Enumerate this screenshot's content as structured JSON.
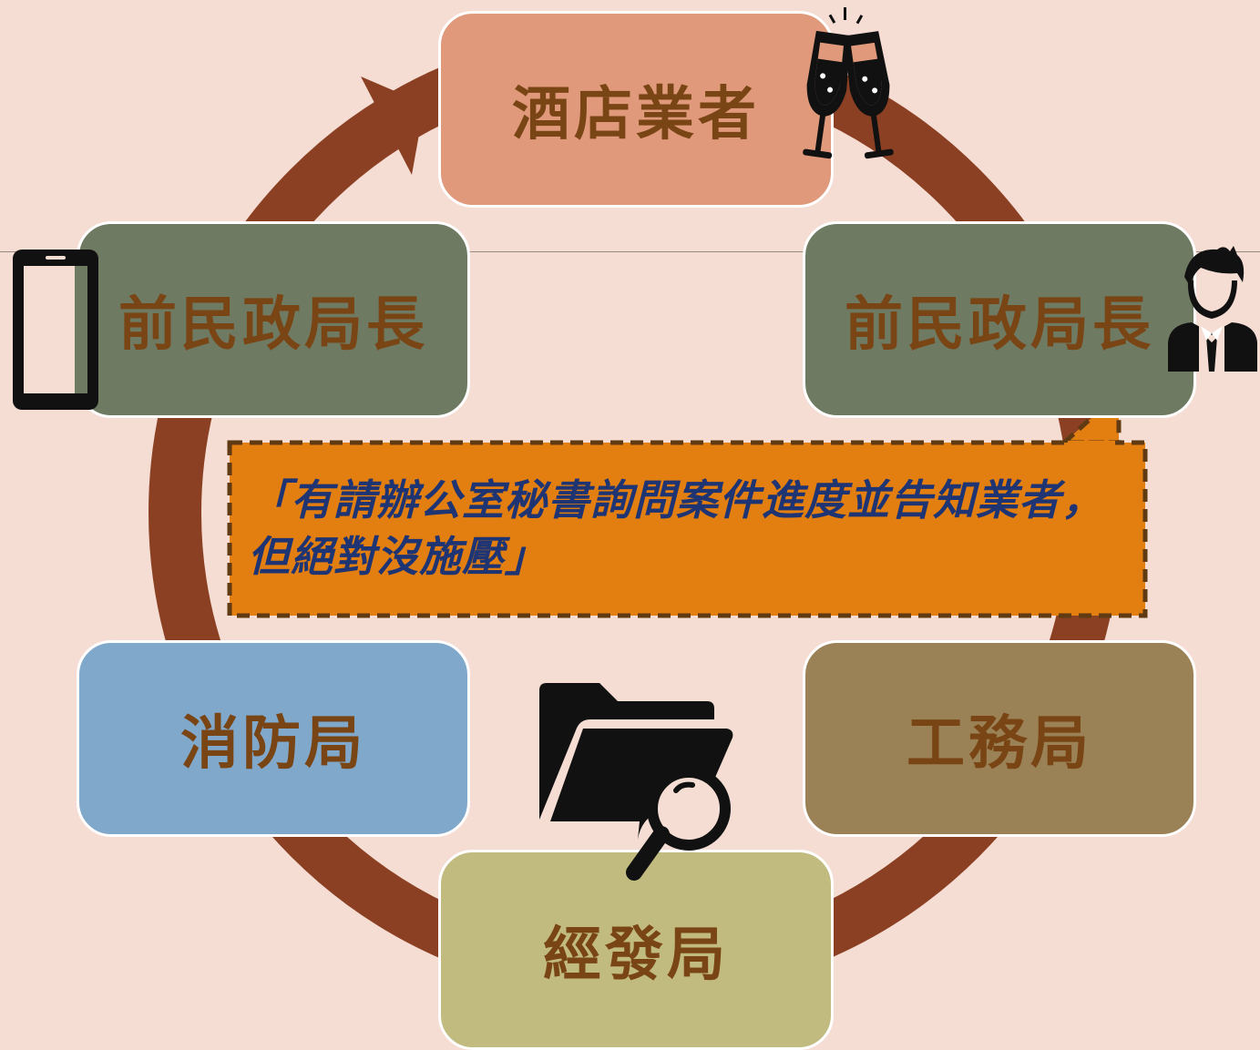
{
  "nodes": {
    "hotel": "酒店業者",
    "former_director_left": "前民政局長",
    "former_director_right": "前民政局長",
    "fire_department": "消防局",
    "public_works": "工務局",
    "economic_development": "經發局"
  },
  "callout": {
    "quote": "「有請辦公室秘書詢問案件進度並告知業者，但絕對沒施壓」"
  },
  "icons": {
    "champagne": "champagne-glasses-icon",
    "phone": "smartphone-icon",
    "person": "businessman-icon",
    "folder": "folder-search-icon"
  },
  "colors": {
    "background": "#f5ddd3",
    "cycle_arrow": "#8b4023",
    "hotel_box": "#e09a7b",
    "director_box": "#6f7a62",
    "fire_box": "#7fa8cb",
    "works_box": "#9b8256",
    "econ_box": "#c2bb80",
    "node_text": "#7a4515",
    "callout_fill": "#e37f10",
    "callout_border": "#5f3a12",
    "callout_text": "#1f3472"
  }
}
